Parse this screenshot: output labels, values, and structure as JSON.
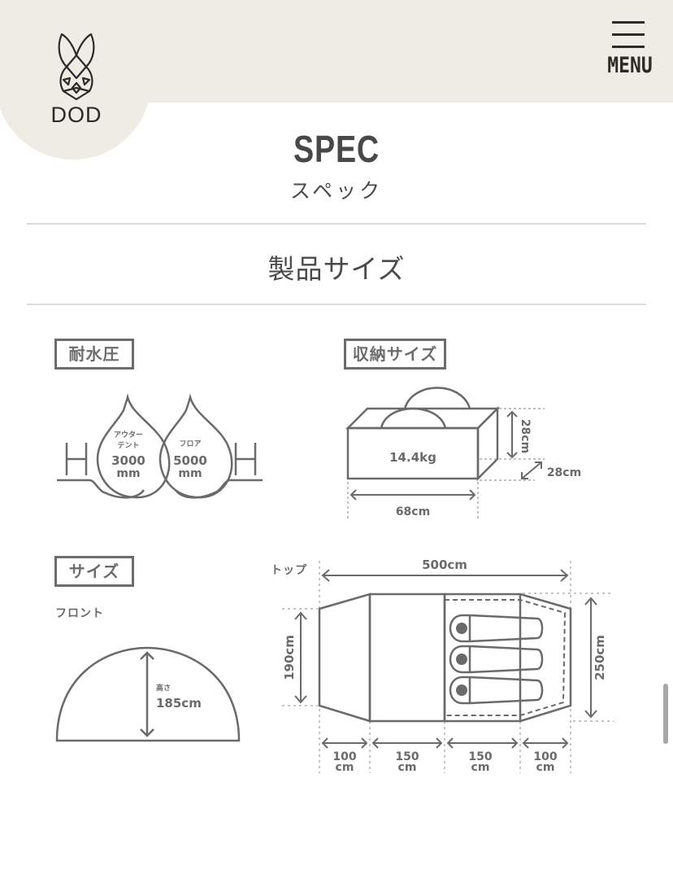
{
  "header": {
    "brand": "DOD",
    "logo_icon": "rabbit-logo-icon",
    "menu_icon": "hamburger-menu-icon",
    "menu_label": "MENU",
    "background_color": "#efebe5"
  },
  "page": {
    "title": "SPEC",
    "subtitle": "スペック",
    "section_title": "製品サイズ"
  },
  "water_resistance": {
    "label": "耐水圧",
    "drops": [
      {
        "name": "アウターテント",
        "line1": "アウター",
        "line2": "テント",
        "value": "3000",
        "unit": "mm"
      },
      {
        "name": "フロア",
        "line1": "フロア",
        "line2": "",
        "value": "5000",
        "unit": "mm"
      }
    ]
  },
  "storage_size": {
    "label": "収納サイズ",
    "weight": "14.4kg",
    "width": "68cm",
    "height": "28cm",
    "depth": "28cm"
  },
  "size": {
    "label": "サイズ",
    "front": {
      "label": "フロント",
      "height_label": "高さ",
      "height_value": "185cm"
    },
    "top": {
      "label": "トップ",
      "total_length": "500cm",
      "front_width": "190cm",
      "rear_width": "250cm",
      "segments": [
        {
          "value": "100",
          "unit": "cm"
        },
        {
          "value": "150",
          "unit": "cm"
        },
        {
          "value": "150",
          "unit": "cm"
        },
        {
          "value": "100",
          "unit": "cm"
        }
      ],
      "sleeping_bags": 3
    }
  },
  "colors": {
    "line": "#6a6a6a",
    "text_dark": "#484848",
    "rule": "#dcdcdc"
  }
}
